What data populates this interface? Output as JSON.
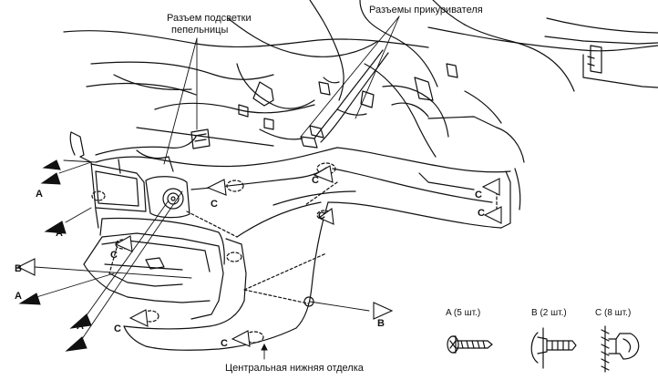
{
  "labels": {
    "ashtray_light_connector_line1": "Разъем подсветки",
    "ashtray_light_connector_line2": "пепельницы",
    "lighter_connectors": "Разъемы прикуривателя",
    "center_lower_trim": "Центральная нижняя отделка"
  },
  "callouts": {
    "a": "A",
    "b": "B",
    "c": "C"
  },
  "legend": {
    "a": "A (5 шт.)",
    "b": "B (2 шт.)",
    "c": "C (8 шт.)"
  },
  "colors": {
    "ink": "#111111",
    "background": "#ffffff"
  }
}
